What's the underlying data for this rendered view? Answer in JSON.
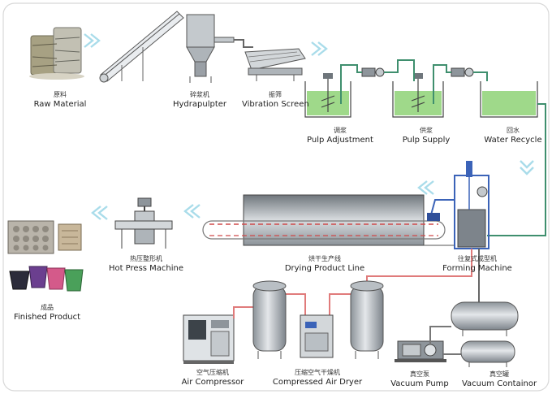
{
  "labels": {
    "raw_material": {
      "zh": "原料",
      "en": "Raw Material"
    },
    "hydrapulpter": {
      "zh": "碎浆机",
      "en": "Hydrapulpter"
    },
    "vibration_screen": {
      "zh": "振筛",
      "en": "Vibration Screen"
    },
    "pulp_adjustment": {
      "zh": "调浆",
      "en": "Pulp Adjustment"
    },
    "pulp_supply": {
      "zh": "供浆",
      "en": "Pulp Supply"
    },
    "water_recycle": {
      "zh": "回水",
      "en": "Water Recycle"
    },
    "forming_machine": {
      "zh": "往复式成型机",
      "en": "Forming Machine"
    },
    "drying_line": {
      "zh": "烘干生产线",
      "en": "Drying Product Line"
    },
    "hot_press": {
      "zh": "热压整形机",
      "en": "Hot Press Machine"
    },
    "finished_product": {
      "zh": "成品",
      "en": "Finished Product"
    },
    "air_compressor": {
      "zh": "空气压缩机",
      "en": "Air Compressor"
    },
    "air_dryer": {
      "zh": "压缩空气干燥机",
      "en": "Compressed Air Dryer"
    },
    "vacuum_pump": {
      "zh": "真空泵",
      "en": "Vacuum Pump"
    },
    "vacuum_container": {
      "zh": "真空罐",
      "en": "Vacuum Containor"
    }
  },
  "colors": {
    "flow_arrow": "#a9dcea",
    "water": "#9fd98a",
    "pipe_green": "#3f8f6e",
    "pipe_red": "#e07b7b",
    "machine_gray": "#9aa0a6",
    "frame_blue": "#3b63b8"
  }
}
